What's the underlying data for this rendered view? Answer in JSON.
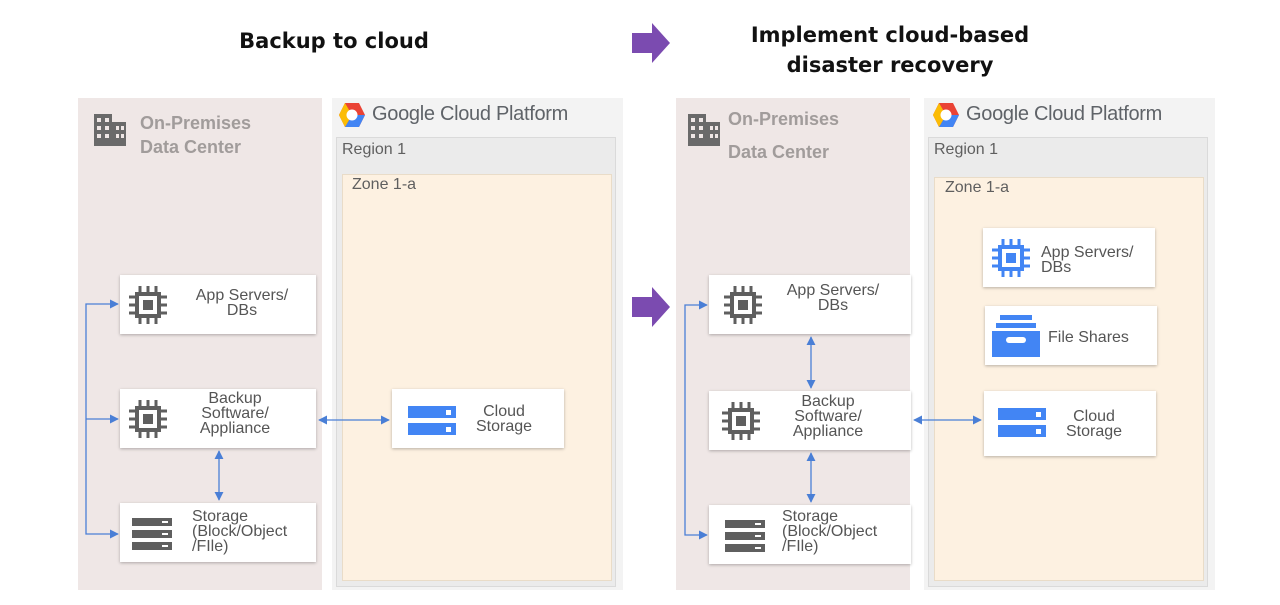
{
  "headings": {
    "left": "Backup to cloud",
    "right_line1": "Implement cloud-based",
    "right_line2": "disaster recovery"
  },
  "left_panel": {
    "onprem_line1": "On-Premises",
    "onprem_line2": "Data Center",
    "gcp_title": "Google Cloud Platform",
    "region": "Region 1",
    "zone": "Zone 1-a",
    "app_servers": [
      "App Servers/",
      "DBs"
    ],
    "backup": [
      "Backup",
      "Software/",
      "Appliance"
    ],
    "storage": [
      "Storage",
      "(Block/Object",
      "/FIle)"
    ],
    "cloud_storage": [
      "Cloud",
      "Storage"
    ]
  },
  "right_panel": {
    "onprem_line1": "On-Premises",
    "onprem_line2": "Data Center",
    "gcp_title": "Google Cloud Platform",
    "region": "Region 1",
    "zone": "Zone 1-a",
    "app_servers": [
      "App Servers/",
      "DBs"
    ],
    "backup": [
      "Backup",
      "Software/",
      "Appliance"
    ],
    "storage": [
      "Storage",
      "(Block/Object",
      "/FIle)"
    ],
    "gcp_app_servers": [
      "App Servers/",
      "DBs"
    ],
    "file_shares": "File Shares",
    "cloud_storage": [
      "Cloud",
      "Storage"
    ]
  },
  "colors": {
    "arrow_purple": "#7b4bb0",
    "connector_blue": "#4a7fd6",
    "icon_gray": "#5f5f5f",
    "icon_blue": "#4285f4"
  }
}
